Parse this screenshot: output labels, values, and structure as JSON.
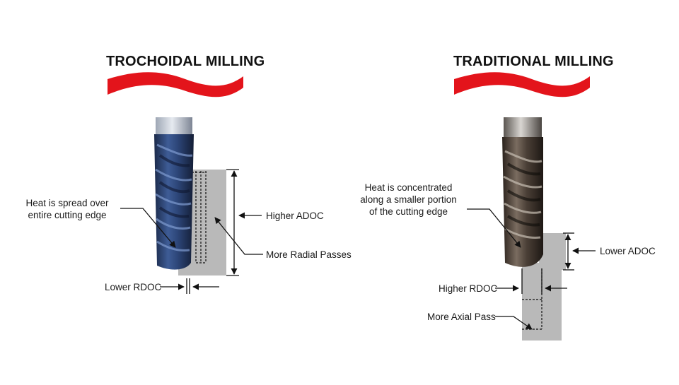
{
  "left_panel": {
    "title": "TROCHOIDAL MILLING",
    "heat_label_line1": "Heat is spread over",
    "heat_label_line2": "entire cutting edge",
    "higher_adoc": "Higher ADOC",
    "more_radial_passes": "More Radial Passes",
    "lower_rdoc": "Lower RDOC",
    "tool_color": "#2f4a7e"
  },
  "right_panel": {
    "title": "TRADITIONAL MILLING",
    "heat_label_line1": "Heat is concentrated",
    "heat_label_line2": "along a smaller portion",
    "heat_label_line3": "of the cutting edge",
    "lower_adoc": "Lower ADOC",
    "higher_rdoc": "Higher RDOC",
    "more_axial_pass": "More Axial Pass",
    "tool_color": "#4a4038"
  },
  "colors": {
    "swoosh": "#e3141b",
    "material": "#b9b9b9",
    "text": "#1a1a1a"
  }
}
